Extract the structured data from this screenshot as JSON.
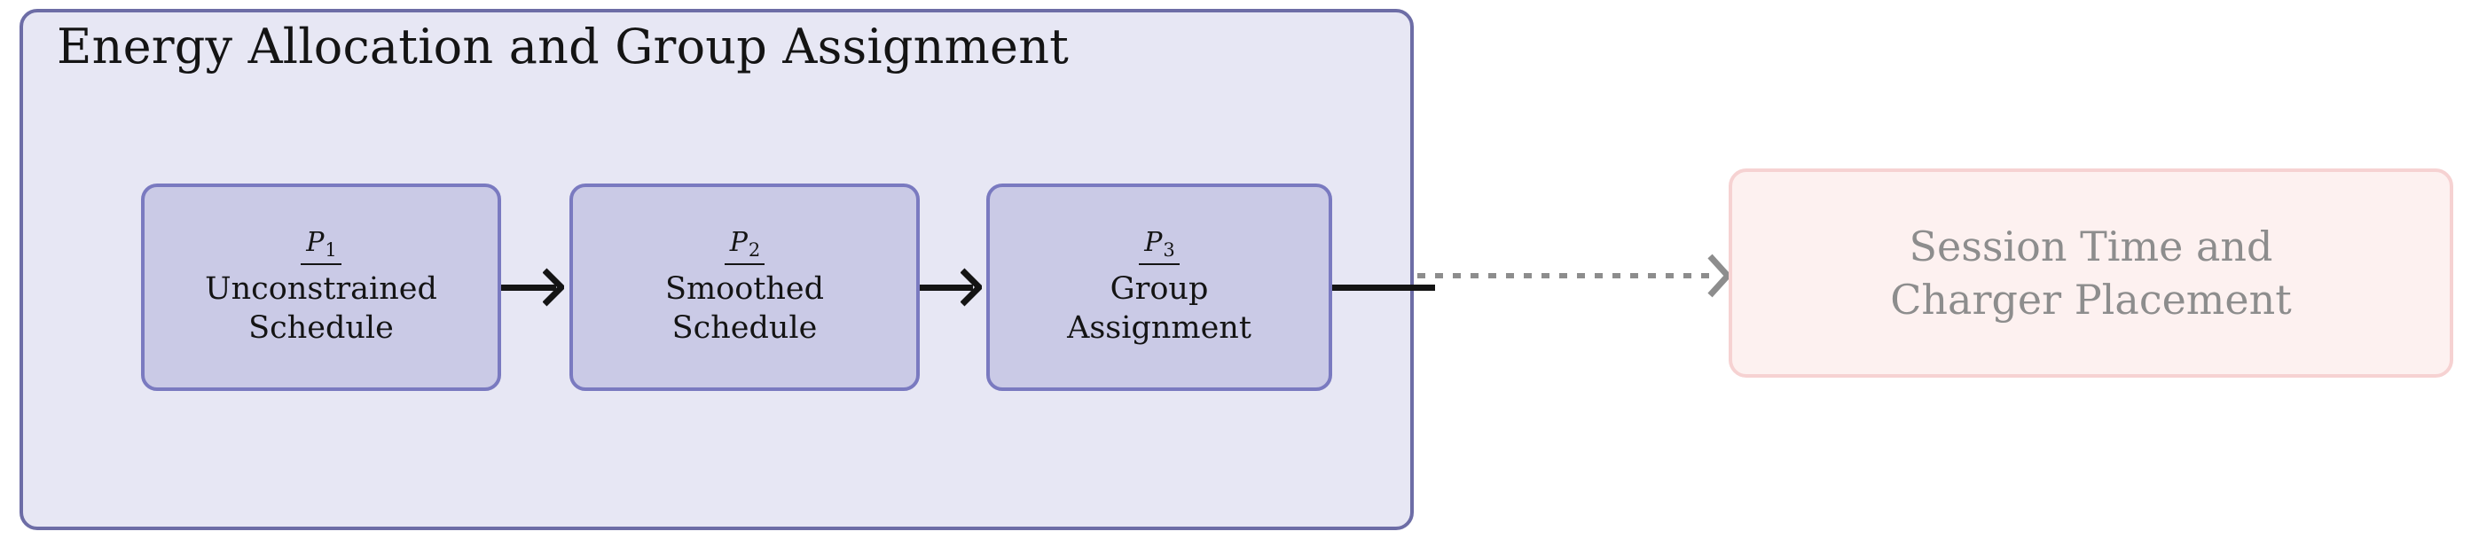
{
  "diagram": {
    "type": "flowchart",
    "orientation": "left-to-right",
    "group": {
      "title": "Energy Allocation and Group Assignment",
      "fill_color": "#e7e7f4",
      "border_color": "#6d6da6",
      "stages": [
        {
          "tag_symbol": "P",
          "tag_subscript": "1",
          "label_line_1": "Unconstrained",
          "label_line_2": "Schedule",
          "fill_color": "#cacae6",
          "border_color": "#7a7ac0"
        },
        {
          "tag_symbol": "P",
          "tag_subscript": "2",
          "label_line_1": "Smoothed",
          "label_line_2": "Schedule",
          "fill_color": "#cacae6",
          "border_color": "#7a7ac0"
        },
        {
          "tag_symbol": "P",
          "tag_subscript": "3",
          "label_line_1": "Group",
          "label_line_2": "Assignment",
          "fill_color": "#cacae6",
          "border_color": "#7a7ac0"
        }
      ]
    },
    "downstream": {
      "label_line_1": "Session Time and",
      "label_line_2": "Charger Placement",
      "fill_color": "#fdf1f0",
      "border_color": "#f6d2d2",
      "text_color": "#8d8d8d"
    },
    "connectors": [
      {
        "style": "solid",
        "color": "#141414",
        "from": "stage-1",
        "to": "stage-2"
      },
      {
        "style": "solid",
        "color": "#141414",
        "from": "stage-2",
        "to": "stage-3"
      },
      {
        "style": "solid",
        "color": "#141414",
        "from": "stage-3",
        "to": "group-edge"
      },
      {
        "style": "dotted",
        "color": "#8d8d8d",
        "from": "group-edge",
        "to": "downstream"
      }
    ]
  }
}
